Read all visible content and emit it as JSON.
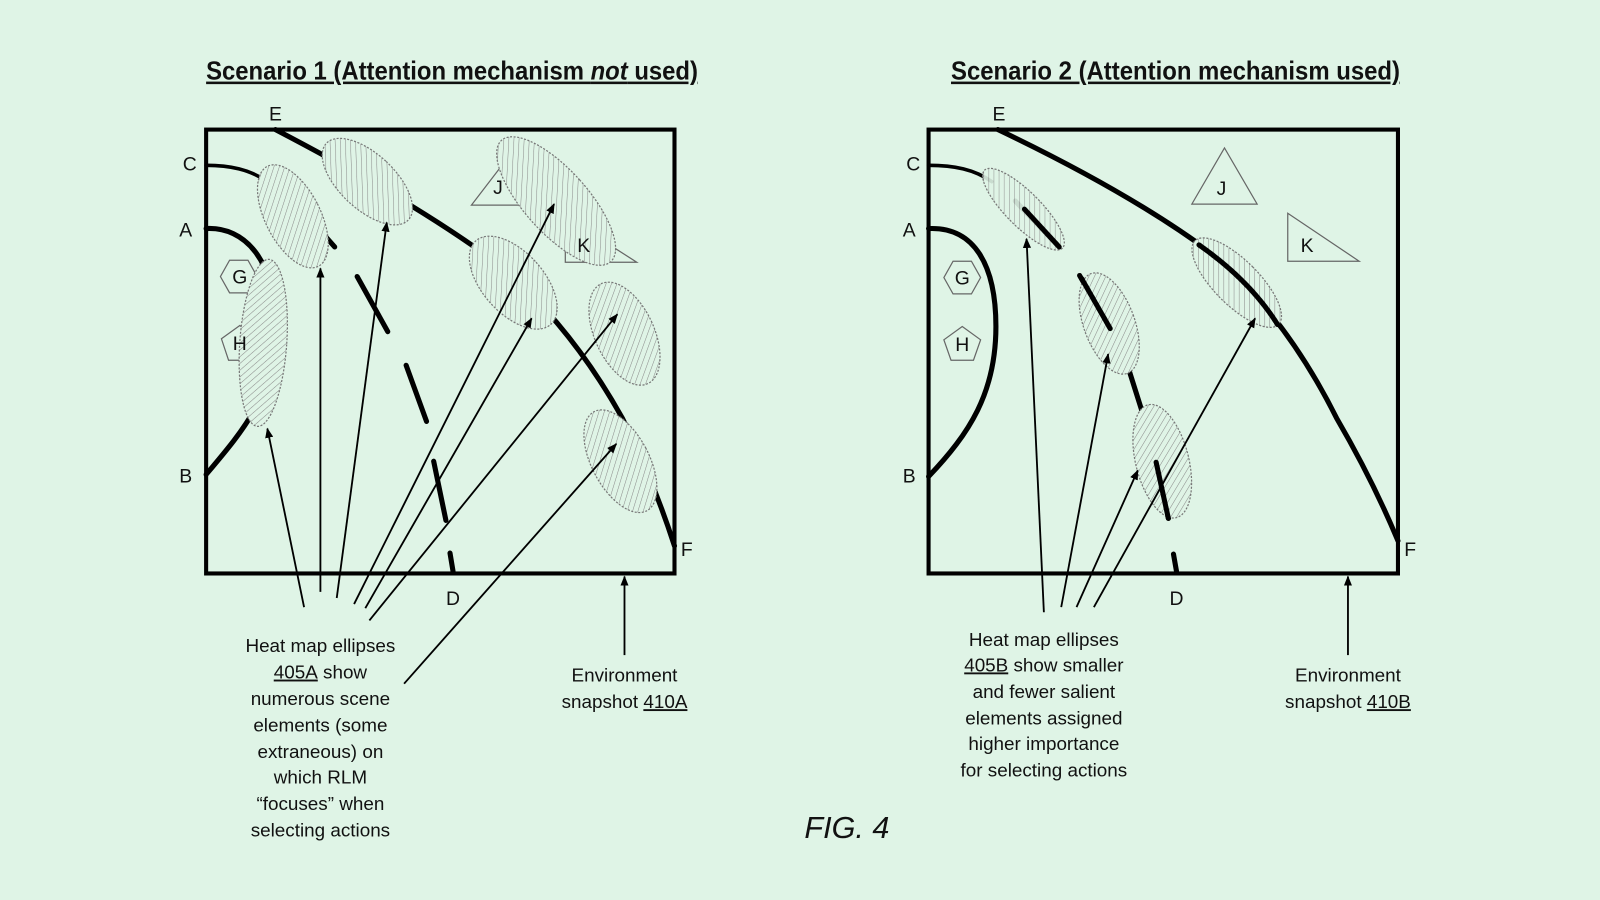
{
  "figure_label": "FIG. 4",
  "colors": {
    "background": "#dff4e6",
    "ink": "#000000",
    "hatch": "#888888"
  },
  "scenario1": {
    "title_pre": "Scenario 1 (Attention mechanism ",
    "title_em": "not",
    "title_post": " used)",
    "points": {
      "A": "A",
      "B": "B",
      "C": "C",
      "D": "D",
      "E": "E",
      "F": "F",
      "G": "G",
      "H": "H",
      "J": "J",
      "K": "K"
    },
    "caption_lines": [
      "Heat map ellipses",
      "405A",
      " show",
      "numerous scene",
      "elements (some",
      "extraneous) on",
      "which RLM",
      "“focuses” when",
      "selecting actions"
    ],
    "env_line1": "Environment",
    "env_line2_pre": "snapshot ",
    "env_ref": "410A"
  },
  "scenario2": {
    "title": "Scenario 2 (Attention mechanism used)",
    "points": {
      "A": "A",
      "B": "B",
      "C": "C",
      "D": "D",
      "E": "E",
      "F": "F",
      "G": "G",
      "H": "H",
      "J": "J",
      "K": "K"
    },
    "caption_lines": [
      "Heat map ellipses",
      "405B",
      " show smaller",
      "and fewer salient",
      "elements assigned",
      "higher importance",
      "for selecting actions"
    ],
    "env_line1": "Environment",
    "env_line2_pre": "snapshot ",
    "env_ref": "410B"
  }
}
